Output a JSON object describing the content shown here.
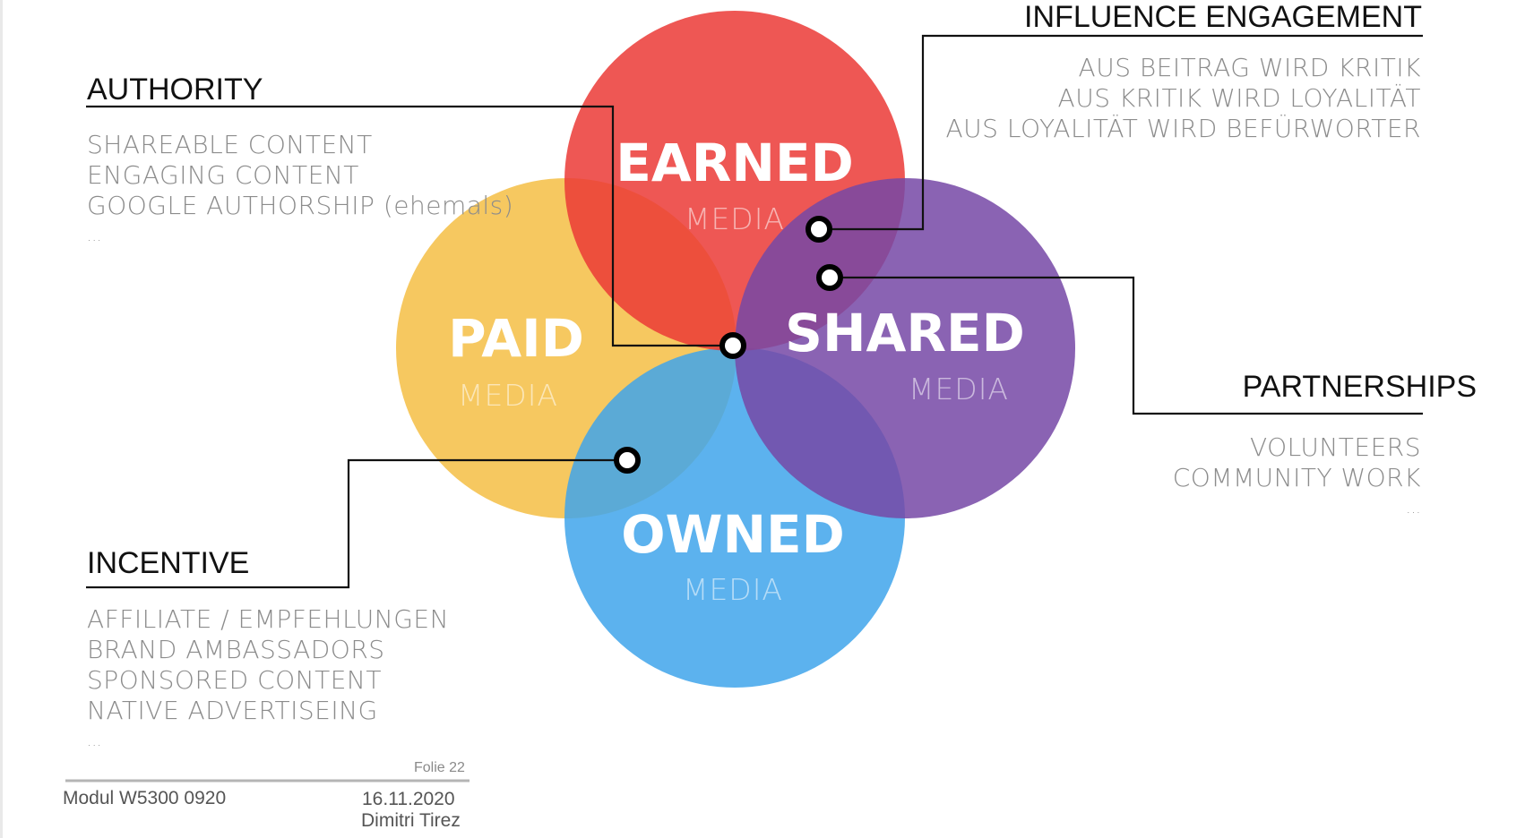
{
  "circles": {
    "earned": {
      "title": "EARNED",
      "subtitle": "MEDIA",
      "color": "#EB3A36"
    },
    "paid": {
      "title": "PAID",
      "subtitle": "MEDIA",
      "color": "#F5C24F"
    },
    "shared": {
      "title": "SHARED",
      "subtitle": "MEDIA",
      "color": "#7648A6"
    },
    "owned": {
      "title": "OWNED",
      "subtitle": "MEDIA",
      "color": "#3FA5EB"
    }
  },
  "authority": {
    "heading": "AUTHORITY",
    "items": [
      "SHAREABLE CONTENT",
      "ENGAGING CONTENT",
      "GOOGLE AUTHORSHIP (ehemals)",
      "..."
    ]
  },
  "influence": {
    "heading": "INFLUENCE ENGAGEMENT",
    "items": [
      "AUS BEITRAG WIRD KRITIK",
      "AUS KRITIK WIRD LOYALITÄT",
      "AUS LOYALITÄT WIRD BEFÜRWORTER"
    ]
  },
  "partnerships": {
    "heading": "PARTNERSHIPS",
    "items": [
      "VOLUNTEERS",
      "COMMUNITY WORK",
      "..."
    ]
  },
  "incentive": {
    "heading": "INCENTIVE",
    "items": [
      "AFFILIATE / EMPFEHLUNGEN",
      "BRAND AMBASSADORS",
      "SPONSORED CONTENT",
      "NATIVE ADVERTISEING",
      "..."
    ]
  },
  "footer": {
    "slide": "Folie 22",
    "module": "Modul W5300 0920",
    "date": "16.11.2020",
    "author": "Dimitri Tirez"
  }
}
